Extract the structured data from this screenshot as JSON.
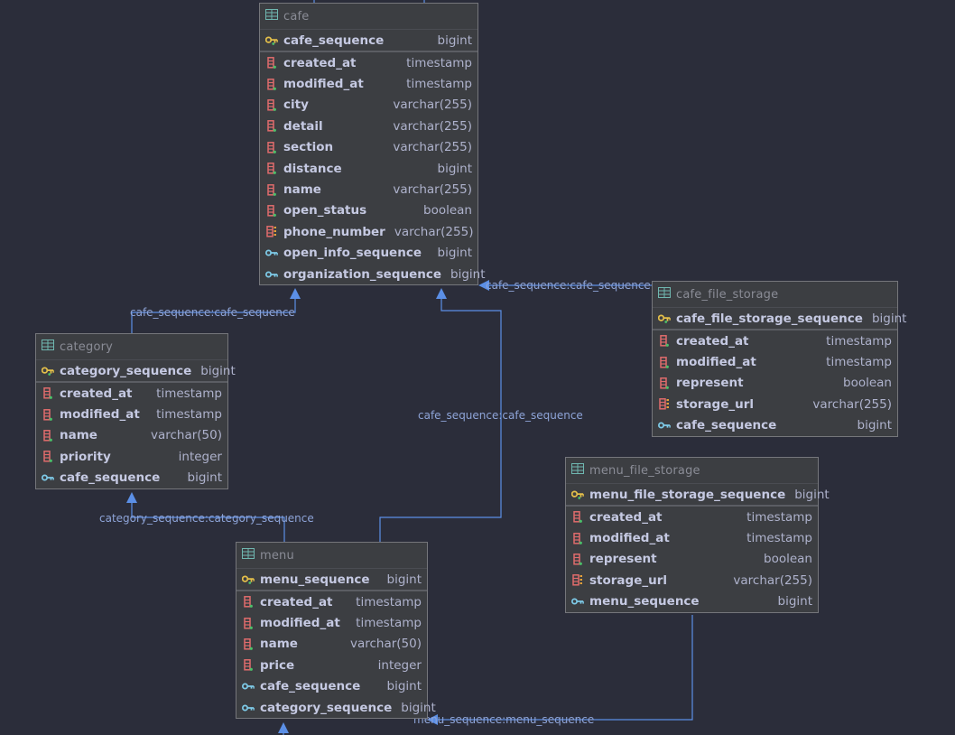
{
  "tables": {
    "cafe": {
      "name": "cafe",
      "columns": [
        {
          "name": "cafe_sequence",
          "type": "bigint",
          "kind": "pk"
        },
        {
          "name": "created_at",
          "type": "timestamp",
          "kind": "col"
        },
        {
          "name": "modified_at",
          "type": "timestamp",
          "kind": "col"
        },
        {
          "name": "city",
          "type": "varchar(255)",
          "kind": "col"
        },
        {
          "name": "detail",
          "type": "varchar(255)",
          "kind": "col"
        },
        {
          "name": "section",
          "type": "varchar(255)",
          "kind": "col"
        },
        {
          "name": "distance",
          "type": "bigint",
          "kind": "col"
        },
        {
          "name": "name",
          "type": "varchar(255)",
          "kind": "col"
        },
        {
          "name": "open_status",
          "type": "boolean",
          "kind": "col"
        },
        {
          "name": "phone_number",
          "type": "varchar(255)",
          "kind": "uq"
        },
        {
          "name": "open_info_sequence",
          "type": "bigint",
          "kind": "fk"
        },
        {
          "name": "organization_sequence",
          "type": "bigint",
          "kind": "fk"
        }
      ]
    },
    "category": {
      "name": "category",
      "columns": [
        {
          "name": "category_sequence",
          "type": "bigint",
          "kind": "pk"
        },
        {
          "name": "created_at",
          "type": "timestamp",
          "kind": "col"
        },
        {
          "name": "modified_at",
          "type": "timestamp",
          "kind": "col"
        },
        {
          "name": "name",
          "type": "varchar(50)",
          "kind": "col"
        },
        {
          "name": "priority",
          "type": "integer",
          "kind": "col"
        },
        {
          "name": "cafe_sequence",
          "type": "bigint",
          "kind": "fk"
        }
      ]
    },
    "cafe_file_storage": {
      "name": "cafe_file_storage",
      "columns": [
        {
          "name": "cafe_file_storage_sequence",
          "type": "bigint",
          "kind": "pk"
        },
        {
          "name": "created_at",
          "type": "timestamp",
          "kind": "col"
        },
        {
          "name": "modified_at",
          "type": "timestamp",
          "kind": "col"
        },
        {
          "name": "represent",
          "type": "boolean",
          "kind": "col"
        },
        {
          "name": "storage_url",
          "type": "varchar(255)",
          "kind": "uq"
        },
        {
          "name": "cafe_sequence",
          "type": "bigint",
          "kind": "fk"
        }
      ]
    },
    "menu_file_storage": {
      "name": "menu_file_storage",
      "columns": [
        {
          "name": "menu_file_storage_sequence",
          "type": "bigint",
          "kind": "pk"
        },
        {
          "name": "created_at",
          "type": "timestamp",
          "kind": "col"
        },
        {
          "name": "modified_at",
          "type": "timestamp",
          "kind": "col"
        },
        {
          "name": "represent",
          "type": "boolean",
          "kind": "col"
        },
        {
          "name": "storage_url",
          "type": "varchar(255)",
          "kind": "uq"
        },
        {
          "name": "menu_sequence",
          "type": "bigint",
          "kind": "fk"
        }
      ]
    },
    "menu": {
      "name": "menu",
      "columns": [
        {
          "name": "menu_sequence",
          "type": "bigint",
          "kind": "pk"
        },
        {
          "name": "created_at",
          "type": "timestamp",
          "kind": "col"
        },
        {
          "name": "modified_at",
          "type": "timestamp",
          "kind": "col"
        },
        {
          "name": "name",
          "type": "varchar(50)",
          "kind": "col"
        },
        {
          "name": "price",
          "type": "integer",
          "kind": "col"
        },
        {
          "name": "cafe_sequence",
          "type": "bigint",
          "kind": "fk"
        },
        {
          "name": "category_sequence",
          "type": "bigint",
          "kind": "fk"
        }
      ]
    }
  },
  "relations": {
    "category_cafe": "cafe_sequence:cafe_sequence",
    "storage_cafe": "cafe_sequence:cafe_sequence",
    "menu_cafe": "cafe_sequence:cafe_sequence",
    "menu_category": "category_sequence:category_sequence",
    "storage_menu": "menu_sequence:menu_sequence"
  },
  "colors": {
    "background": "#2b2d3a",
    "edge": "#5b8fe6",
    "pk_key": "#e5c04a",
    "fk_key": "#7ecbe8",
    "column_icon": "#e06c6c",
    "unique_icon": "#e8a03a"
  }
}
